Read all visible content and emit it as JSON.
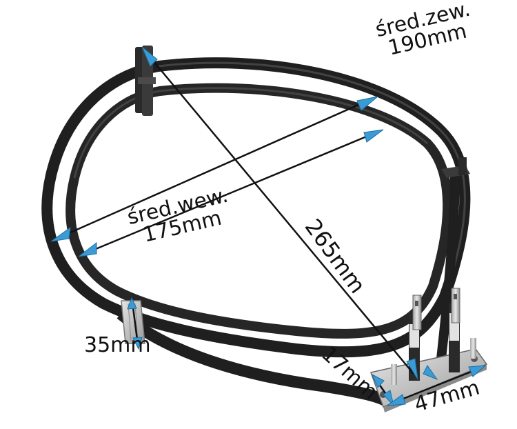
{
  "labels": {
    "outer_name": "śred.zew.",
    "outer_value": "190mm",
    "inner_name": "śred.wew.",
    "inner_value": "175mm",
    "diagonal": "265mm",
    "bracket_width": "35mm",
    "terminal_gap": "17mm",
    "terminal_plate": "47mm"
  },
  "colors": {
    "arrow_head": "#3a9bd5",
    "line": "#111111",
    "element_tube": "#1f1f1f",
    "metal_bracket": "#c9c9c9"
  }
}
